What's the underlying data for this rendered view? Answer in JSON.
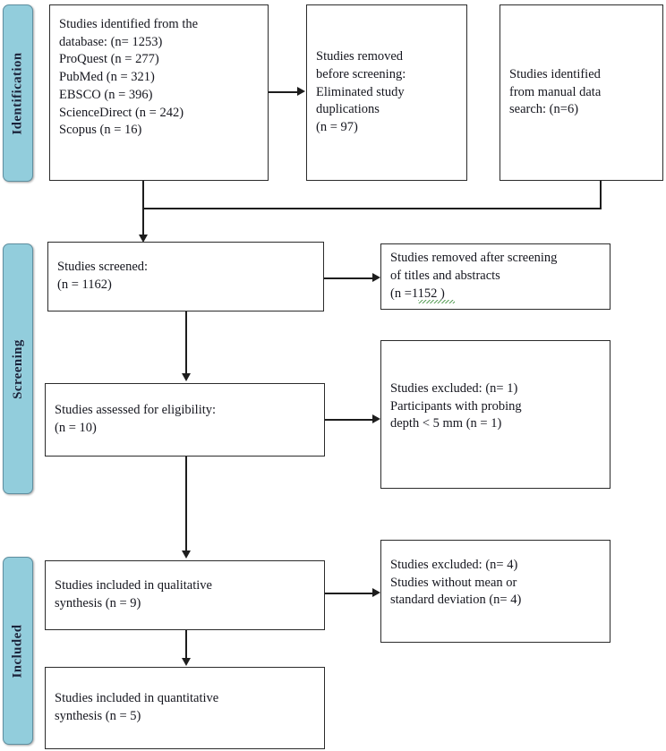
{
  "diagram": {
    "title": "PRISMA study selection flow diagram",
    "accent_color": "#92cddc",
    "box_border_color": "#2b2b2b",
    "line_color": "#1d1d1d",
    "spellcheck_underline_color": "#3f8f3f"
  },
  "stages": [
    {
      "id": "identification",
      "label": "Identification"
    },
    {
      "id": "screening",
      "label": "Screening"
    },
    {
      "id": "included",
      "label": "Included"
    }
  ],
  "boxes": {
    "identified_database": {
      "text": "Studies identified  from the\ndatabase: (n= 1253)\n     ProQuest (n = 277)\n     PubMed (n = 321)\n     EBSCO (n = 396)\n     ScienceDirect (n = 242)\n     Scopus (n = 16)"
    },
    "removed_before_screening": {
      "text": "Studies removed\nbefore screening:\n     Eliminated study\n     duplications\n     (n = 97)"
    },
    "identified_manual": {
      "text": "Studies identified\nfrom manual data\nsearch: (n=6)"
    },
    "screened": {
      "text": "Studies screened:\n(n = 1162)"
    },
    "removed_after_screening": {
      "text": "Studies removed after screening\nof titles and abstracts\n(n =1152 )"
    },
    "assessed_eligibility": {
      "text": "Studies assessed for eligibility:\n(n = 10)"
    },
    "excluded_eligibility": {
      "text": "Studies excluded:  (n= 1)\n     Participants with probing\n     depth < 5 mm (n = 1)"
    },
    "included_qualitative": {
      "text": "Studies included in qualitative\nsynthesis (n = 9)"
    },
    "excluded_quantitative": {
      "text": "Studies excluded:  (n= 4)\n     Studies without mean or\n     standard deviation  (n= 4)"
    },
    "included_quantitative": {
      "text": "Studies included in quantitative\nsynthesis (n = 5)"
    }
  },
  "counts": {
    "database_total": 1253,
    "proquest": 277,
    "pubmed": 321,
    "ebsco": 396,
    "sciencedirect": 242,
    "scopus": 16,
    "manual_search": 6,
    "duplicates_removed": 97,
    "screened": 1162,
    "removed_after_screening": 1152,
    "assessed_eligibility": 10,
    "excluded_probing_depth": 1,
    "included_qualitative": 9,
    "excluded_no_mean_sd": 4,
    "included_quantitative": 5
  }
}
